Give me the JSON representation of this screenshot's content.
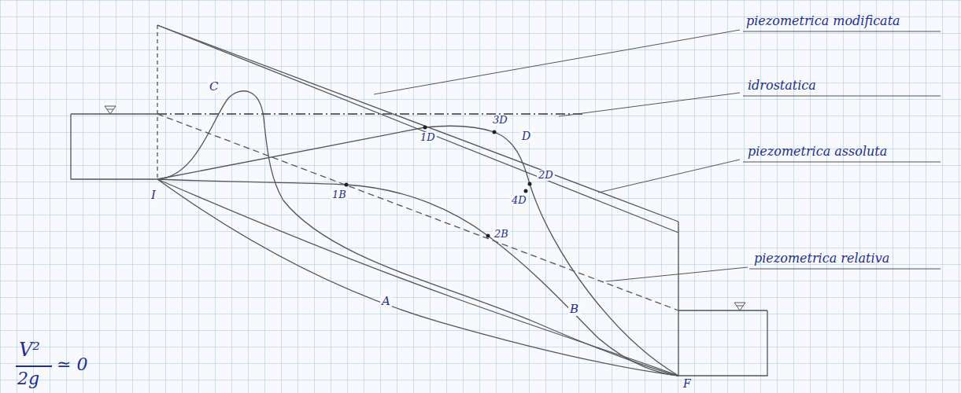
{
  "diagram": {
    "labels": [
      "piezometrica modificata",
      "idrostatica",
      "piezometrica assoluta",
      "piezometrica relativa",
      "C",
      "I",
      "1D",
      "3D",
      "D",
      "2D",
      "4D",
      "1B",
      "2B",
      "A",
      "B",
      "F",
      "V²",
      "2g",
      "≃ 0"
    ]
  }
}
